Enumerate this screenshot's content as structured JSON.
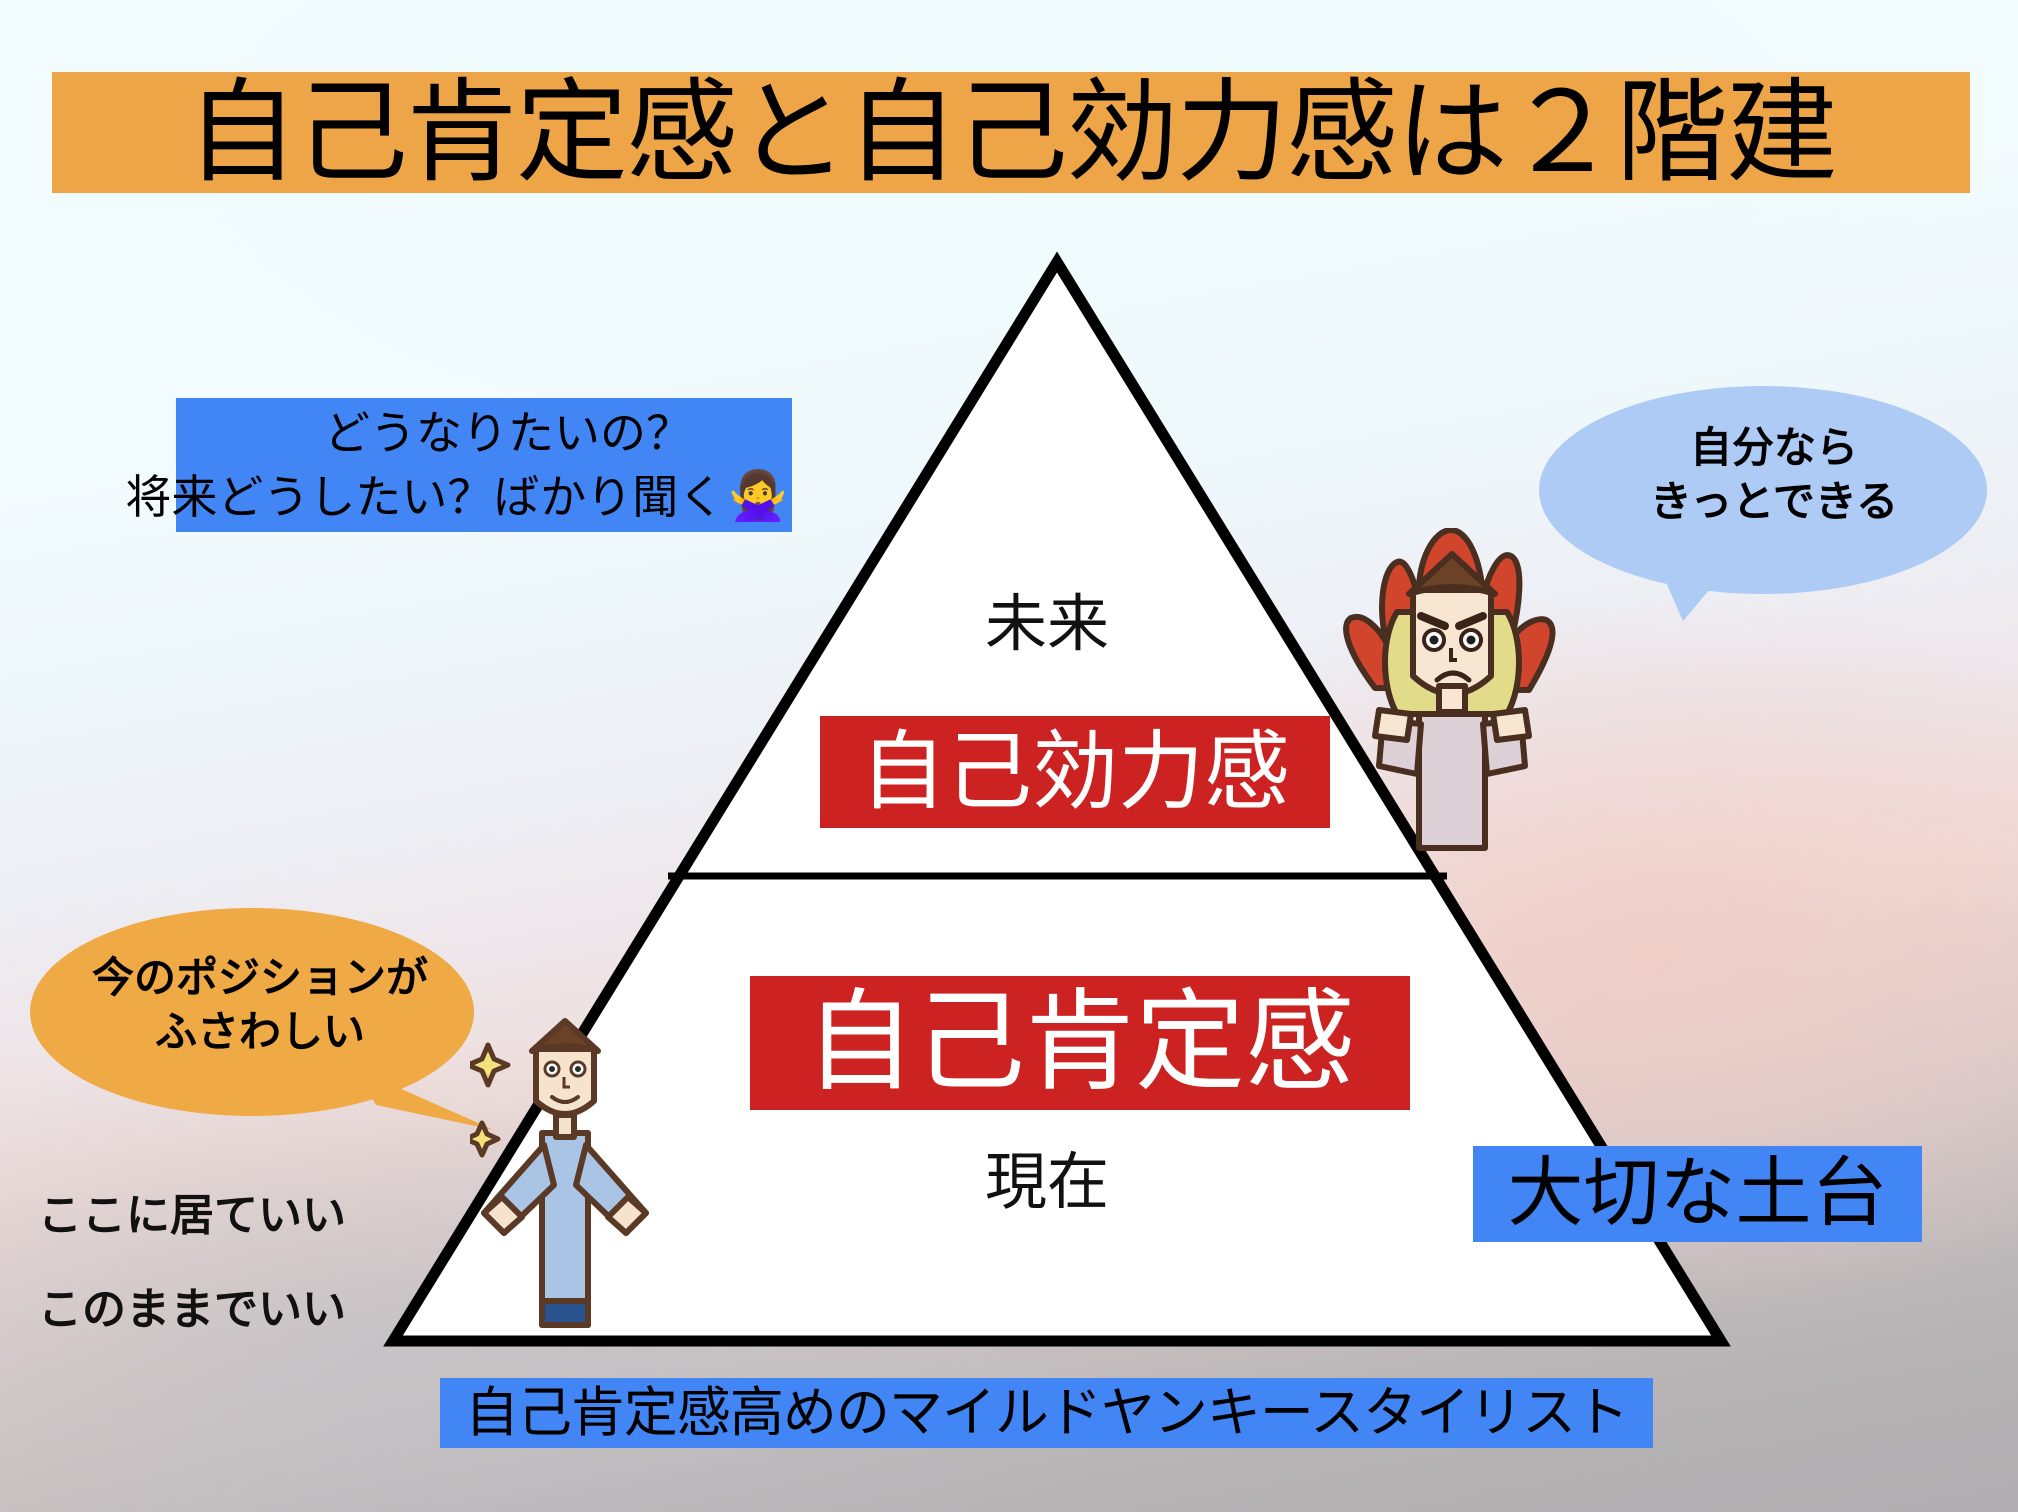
{
  "slide": {
    "title": "自己肯定感と自己効力感は２階建",
    "title_bg_color": "#eda548"
  },
  "pyramid": {
    "upper_section": {
      "top_label": "未来",
      "main_label": "自己効力感",
      "main_label_bg_color": "#cc2222",
      "main_label_text_color": "#ffffff"
    },
    "lower_section": {
      "main_label": "自己肯定感",
      "bottom_label": "現在",
      "main_label_bg_color": "#cc2222",
      "main_label_text_color": "#ffffff"
    },
    "fill_color": "#ffffff",
    "stroke_color": "#000000"
  },
  "callouts": {
    "question_box": {
      "line1": "どうなりたいの？",
      "line2": "将来どうしたい？ばかり聞く",
      "emoji": "🙅‍♀️",
      "emoji_name": "woman-gesturing-no-emoji",
      "bg_color": "#4286f5"
    },
    "blue_bubble": {
      "line1": "自分なら",
      "line2": "きっとできる",
      "bg_color": "#aecbf5"
    },
    "orange_bubble": {
      "line1": "今のポジションが",
      "line2": "ふさわしい",
      "bg_color": "#efa945"
    },
    "daiji_box": {
      "text": "大切な土台",
      "bg_color": "#4286f5"
    },
    "bottom_banner": {
      "text": "自己肯定感高めのマイルドヤンキースタイリスト",
      "bg_color": "#4286f5"
    },
    "left_plain_texts": {
      "line1": "ここに居ていい",
      "line2": "このままでいい"
    }
  },
  "characters": {
    "confident_person": {
      "name": "confident-person-illustration",
      "description": "スパークル付き・腰に手を当てた人物"
    },
    "fired_up_person": {
      "name": "fired-up-person-illustration",
      "description": "炎の髪・こぶしを握った人物"
    }
  }
}
